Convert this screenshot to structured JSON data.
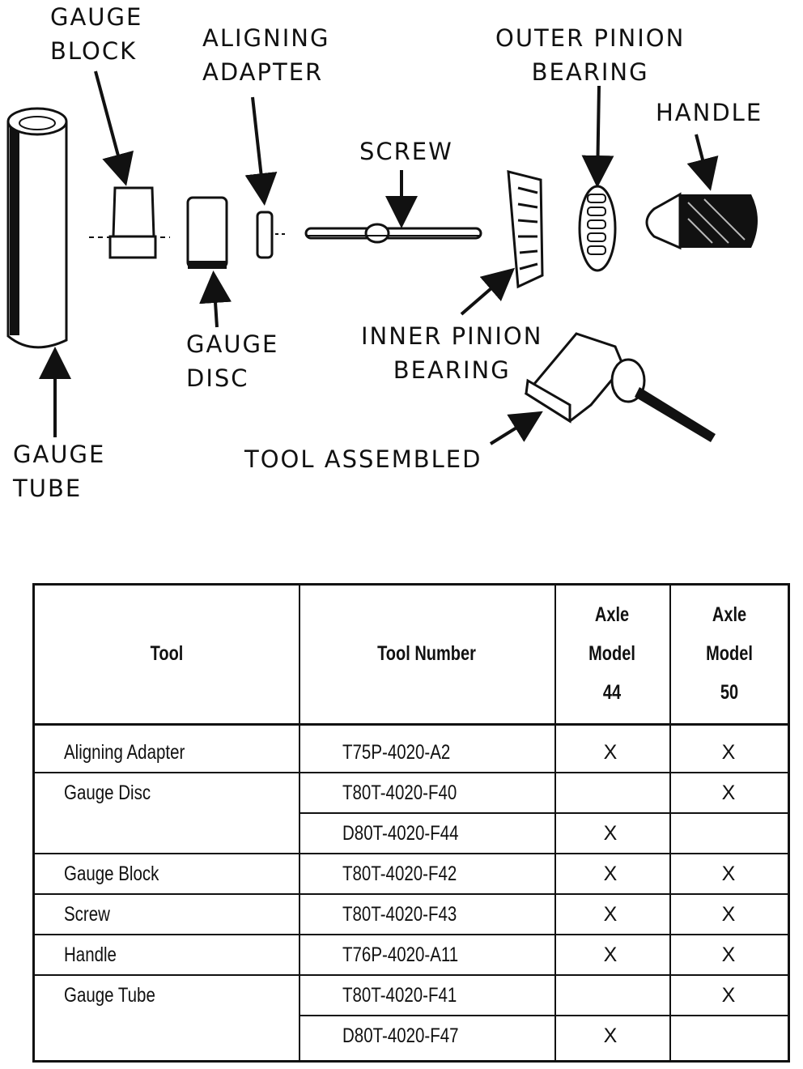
{
  "diagram": {
    "labels": {
      "gauge_block": [
        "GAUGE",
        "BLOCK"
      ],
      "aligning_adapter": [
        "ALIGNING",
        "ADAPTER"
      ],
      "outer_pinion_bearing": [
        "OUTER PINION",
        "BEARING"
      ],
      "handle": "HANDLE",
      "screw": "SCREW",
      "gauge_disc": [
        "GAUGE",
        "DISC"
      ],
      "inner_pinion_bearing": [
        "INNER PINION",
        "BEARING"
      ],
      "gauge_tube": [
        "GAUGE",
        "TUBE"
      ],
      "tool_assembled": "TOOL ASSEMBLED"
    }
  },
  "table": {
    "headers": {
      "tool": "Tool",
      "tool_number": "Tool Number",
      "axle44": [
        "Axle",
        "Model",
        "44"
      ],
      "axle50": [
        "Axle",
        "Model",
        "50"
      ]
    },
    "rows": [
      {
        "tool": "Aligning Adapter",
        "number": "T75P-4020-A2",
        "m44": "X",
        "m50": "X"
      },
      {
        "tool": "Gauge Disc",
        "number": "T80T-4020-F40",
        "m44": "",
        "m50": "X"
      },
      {
        "tool": "",
        "number": "D80T-4020-F44",
        "m44": "X",
        "m50": ""
      },
      {
        "tool": "Gauge Block",
        "number": "T80T-4020-F42",
        "m44": "X",
        "m50": "X"
      },
      {
        "tool": "Screw",
        "number": "T80T-4020-F43",
        "m44": "X",
        "m50": "X"
      },
      {
        "tool": "Handle",
        "number": "T76P-4020-A11",
        "m44": "X",
        "m50": "X"
      },
      {
        "tool": "Gauge Tube",
        "number": "T80T-4020-F41",
        "m44": "",
        "m50": "X"
      },
      {
        "tool": "",
        "number": "D80T-4020-F47",
        "m44": "X",
        "m50": ""
      }
    ]
  }
}
